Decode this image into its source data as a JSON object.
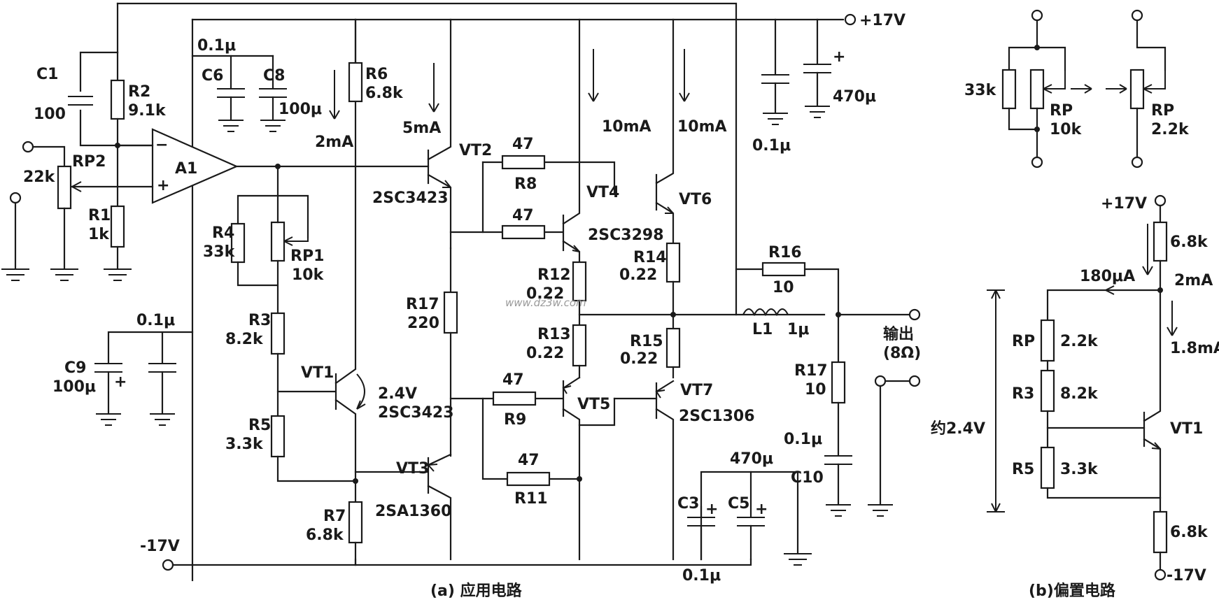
{
  "rails": {
    "pos": "+17V",
    "neg": "-17V"
  },
  "opamp": {
    "name": "A1",
    "minus": "−",
    "plus": "+"
  },
  "labels": {
    "c1": "C1",
    "c1v": "100",
    "r2": "R2",
    "r2v": "9.1k",
    "rp2": "RP2",
    "rp2v": "22k",
    "r1": "R1",
    "r1v": "1k",
    "c6": "C6",
    "c8": "C8",
    "c68top": "0.1μ",
    "c8v": "100μ",
    "r6": "R6",
    "r6v": "6.8k",
    "i2": "2mA",
    "i5": "5mA",
    "r4": "R4",
    "r4v": "33k",
    "rp1": "RP1",
    "rp1v": "10k",
    "r3": "R3",
    "r3v": "8.2k",
    "r5": "R5",
    "r5v": "3.3k",
    "r7": "R7",
    "r7v": "6.8k",
    "c9": "C9",
    "c9v": "100μ",
    "c9b": "0.1μ",
    "vt1": "VT1",
    "v24": "2.4V",
    "vt1t": "2SC3423",
    "vt2": "VT2",
    "vt2t": "2SC3423",
    "vt3": "VT3",
    "vt3t": "2SA1360",
    "r17": "R17",
    "r17v": "220",
    "r8v": "47",
    "r8": "R8",
    "r10v": "47",
    "vt4": "VT4",
    "vt4t": "2SC3298",
    "vt5": "VT5",
    "r9v": "47",
    "r9": "R9",
    "r11v": "47",
    "r11": "R11",
    "r12": "R12",
    "r12v": "0.22",
    "r13": "R13",
    "r13v": "0.22",
    "i10a": "10mA",
    "i10b": "10mA",
    "vt6": "VT6",
    "vt7": "VT7",
    "vt7t": "2SC1306",
    "r14": "R14",
    "r14v": "0.22",
    "r15": "R15",
    "r15v": "0.22",
    "cap01": "0.1μ",
    "cap470": "470μ",
    "r16": "R16",
    "r16v": "10",
    "l1": "L1",
    "l1v": "1μ",
    "out": "输出",
    "outz": "(8Ω)",
    "r17b": "R17",
    "r17bv": "10",
    "c10": "C10",
    "c10v": "0.1μ",
    "c3": "C3",
    "c5": "C5",
    "c35top": "470μ",
    "c35bot": "0.1μ",
    "minus17": "-17V",
    "rp33k": "33k",
    "rpa": "RP",
    "rpav": "10k",
    "rpb": "RP",
    "rpbv": "2.2k",
    "b17": "+17V",
    "b68a": "6.8k",
    "b180": "180μA",
    "b2ma": "2mA",
    "b18ma": "1.8mA",
    "brp": "RP",
    "brpv": "2.2k",
    "br3": "R3",
    "br3v": "8.2k",
    "br5": "R5",
    "br5v": "3.3k",
    "bvt1": "VT1",
    "b24": "约2.4V",
    "b68b": "6.8k",
    "bm17": "-17V",
    "watermark": "www.dz3w.com"
  },
  "captions": {
    "a": "(a) 应用电路",
    "b": "(b)偏置电路"
  }
}
